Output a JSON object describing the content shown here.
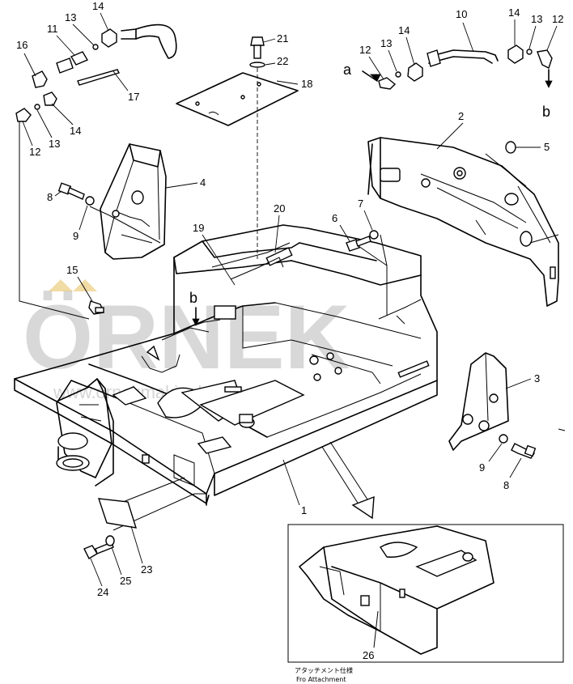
{
  "callouts": {
    "c1": "1",
    "c2": "2",
    "c3": "3",
    "c4": "4",
    "c5": "5",
    "c6": "6",
    "c7": "7",
    "c8a": "8",
    "c8b": "8",
    "c9a": "9",
    "c9b": "9",
    "c10": "10",
    "c11": "11",
    "c12a": "12",
    "c12b": "12",
    "c12c": "12",
    "c13a": "13",
    "c13b": "13",
    "c13c": "13",
    "c13d": "13",
    "c14a": "14",
    "c14b": "14",
    "c14c": "14",
    "c14d": "14",
    "c15": "15",
    "c16": "16",
    "c17": "17",
    "c18": "18",
    "c19": "19",
    "c20": "20",
    "c21": "21",
    "c22": "22",
    "c23": "23",
    "c24": "24",
    "c25": "25",
    "c26": "26"
  },
  "connection_labels": {
    "a": "a",
    "b_top": "b",
    "b_mid": "b"
  },
  "inset_caption": {
    "jp": "アタッチメント仕様",
    "en": "Fro Attachment"
  },
  "watermark": {
    "brand": "ÖRNEK",
    "url": "www.ornekmakinalari.com.tr"
  }
}
